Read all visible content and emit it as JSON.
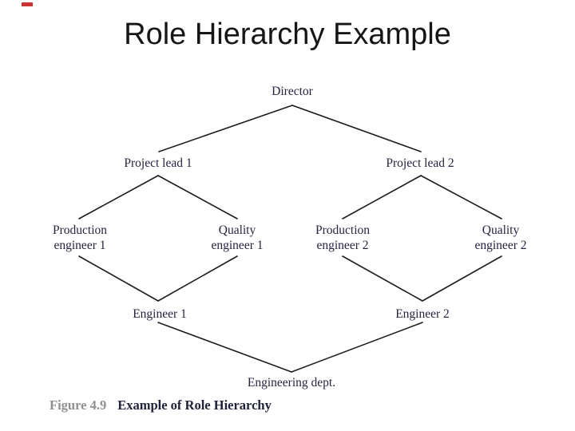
{
  "slide": {
    "title": "Role Hierarchy Example"
  },
  "diagram": {
    "type": "role-hierarchy-lattice",
    "nodes": [
      {
        "id": "director",
        "label": "Director"
      },
      {
        "id": "project-lead-1",
        "label": "Project lead 1"
      },
      {
        "id": "project-lead-2",
        "label": "Project lead 2"
      },
      {
        "id": "production-engineer-1",
        "label": "Production engineer 1"
      },
      {
        "id": "quality-engineer-1",
        "label": "Quality engineer 1"
      },
      {
        "id": "production-engineer-2",
        "label": "Production engineer 2"
      },
      {
        "id": "quality-engineer-2",
        "label": "Quality engineer 2"
      },
      {
        "id": "engineer-1",
        "label": "Engineer 1"
      },
      {
        "id": "engineer-2",
        "label": "Engineer 2"
      },
      {
        "id": "engineering-dept",
        "label": "Engineering dept."
      }
    ],
    "edges": [
      {
        "from": "director",
        "to": "project-lead-1"
      },
      {
        "from": "director",
        "to": "project-lead-2"
      },
      {
        "from": "project-lead-1",
        "to": "production-engineer-1"
      },
      {
        "from": "project-lead-1",
        "to": "quality-engineer-1"
      },
      {
        "from": "project-lead-2",
        "to": "production-engineer-2"
      },
      {
        "from": "project-lead-2",
        "to": "quality-engineer-2"
      },
      {
        "from": "production-engineer-1",
        "to": "engineer-1"
      },
      {
        "from": "quality-engineer-1",
        "to": "engineer-1"
      },
      {
        "from": "production-engineer-2",
        "to": "engineer-2"
      },
      {
        "from": "quality-engineer-2",
        "to": "engineer-2"
      },
      {
        "from": "engineer-1",
        "to": "engineering-dept"
      },
      {
        "from": "engineer-2",
        "to": "engineering-dept"
      }
    ]
  },
  "caption": {
    "figure_label": "Figure 4.9",
    "text": "Example of Role Hierarchy"
  },
  "colors": {
    "background": "#ffffff",
    "title_text": "#161616",
    "node_text": "#242440",
    "line": "#1d1d1d",
    "figure_label": "#8f8f8f",
    "caption_text": "#20223a",
    "accent_mark": "#cc3333"
  }
}
